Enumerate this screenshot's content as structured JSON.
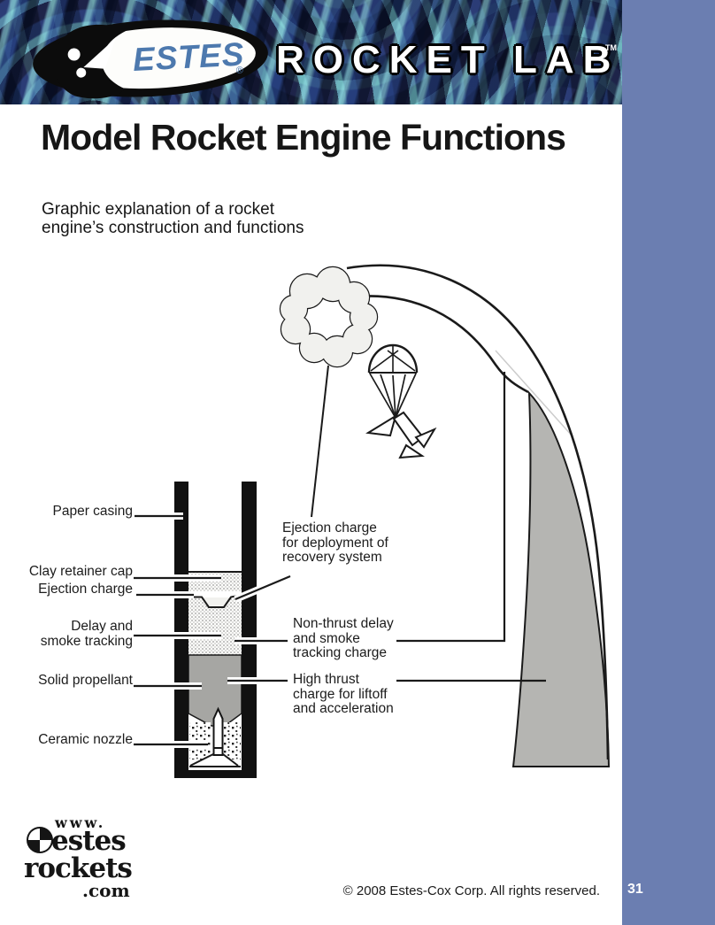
{
  "header": {
    "brand": "ESTES",
    "brand_registered": "®",
    "wordmark": "ROCKET LAB",
    "trademark": "TM"
  },
  "page": {
    "title": "Model Rocket Engine Functions",
    "subtitle": "Graphic explanation of a rocket\nengine’s construction and functions"
  },
  "diagram": {
    "left_labels": [
      {
        "id": "paper-casing",
        "text": "Paper casing"
      },
      {
        "id": "clay-retainer-cap",
        "text": "Clay retainer cap"
      },
      {
        "id": "ejection-charge",
        "text": "Ejection charge"
      },
      {
        "id": "delay-smoke",
        "text": "Delay and\nsmoke tracking"
      },
      {
        "id": "solid-propellant",
        "text": "Solid propellant"
      },
      {
        "id": "ceramic-nozzle",
        "text": "Ceramic nozzle"
      }
    ],
    "right_labels": [
      {
        "id": "ejection-deployment",
        "text": "Ejection charge\nfor deployment of\nrecovery system"
      },
      {
        "id": "non-thrust-delay",
        "text": "Non-thrust delay\nand smoke\ntracking charge"
      },
      {
        "id": "high-thrust",
        "text": "High thrust\ncharge for liftoff\nand acceleration"
      }
    ]
  },
  "footer": {
    "url_www": "www.",
    "url_estes": "estes",
    "url_rockets": "rockets",
    "url_com": ".com",
    "copyright": "© 2008 Estes-Cox Corp. All rights reserved.",
    "page_number": "31"
  },
  "colors": {
    "sidebar_blue": "#6b7eb1",
    "estes_blue": "#4d79ae",
    "trail_gray": "#b5b5b2",
    "propellant_gray": "#a6a6a3",
    "ink_black": "#1a1a1a"
  }
}
